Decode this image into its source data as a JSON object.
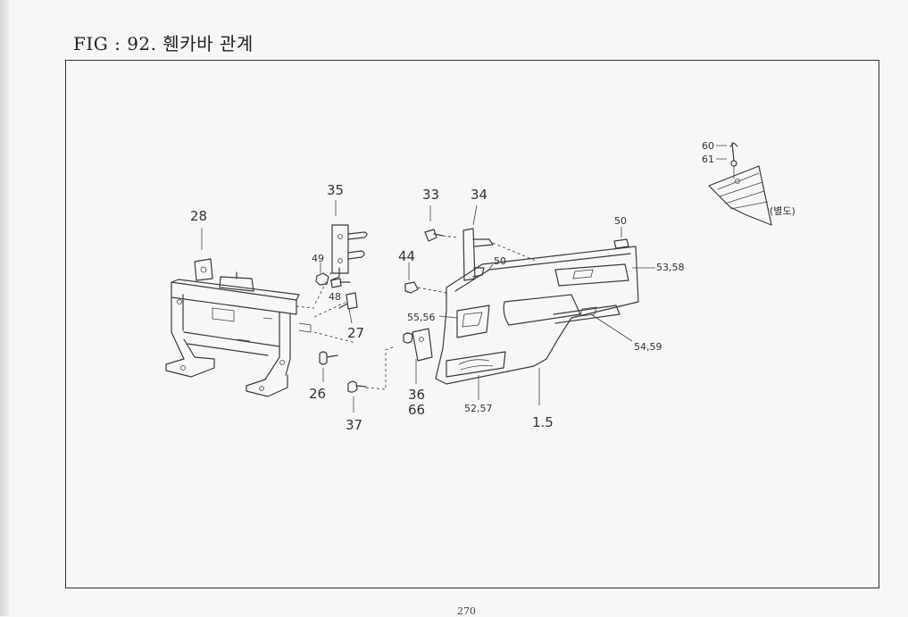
{
  "figure": {
    "title": "FIG : 92. 휀카바 관계"
  },
  "callouts": {
    "c28": "28",
    "c35": "35",
    "c33": "33",
    "c34": "34",
    "c50a": "50",
    "c50b": "50",
    "c49": "49",
    "c48": "48",
    "c44": "44",
    "c27": "27",
    "c26": "26",
    "c37": "37",
    "c36": "36",
    "c66": "66",
    "c55_56": "55,56",
    "c52_57": "52,57",
    "c1_5": "1.5",
    "c53_58": "53,58",
    "c54_59": "54,59",
    "c60": "60",
    "c61": "61",
    "inset_note": "(별도)"
  },
  "footer": {
    "page_number": "270"
  }
}
